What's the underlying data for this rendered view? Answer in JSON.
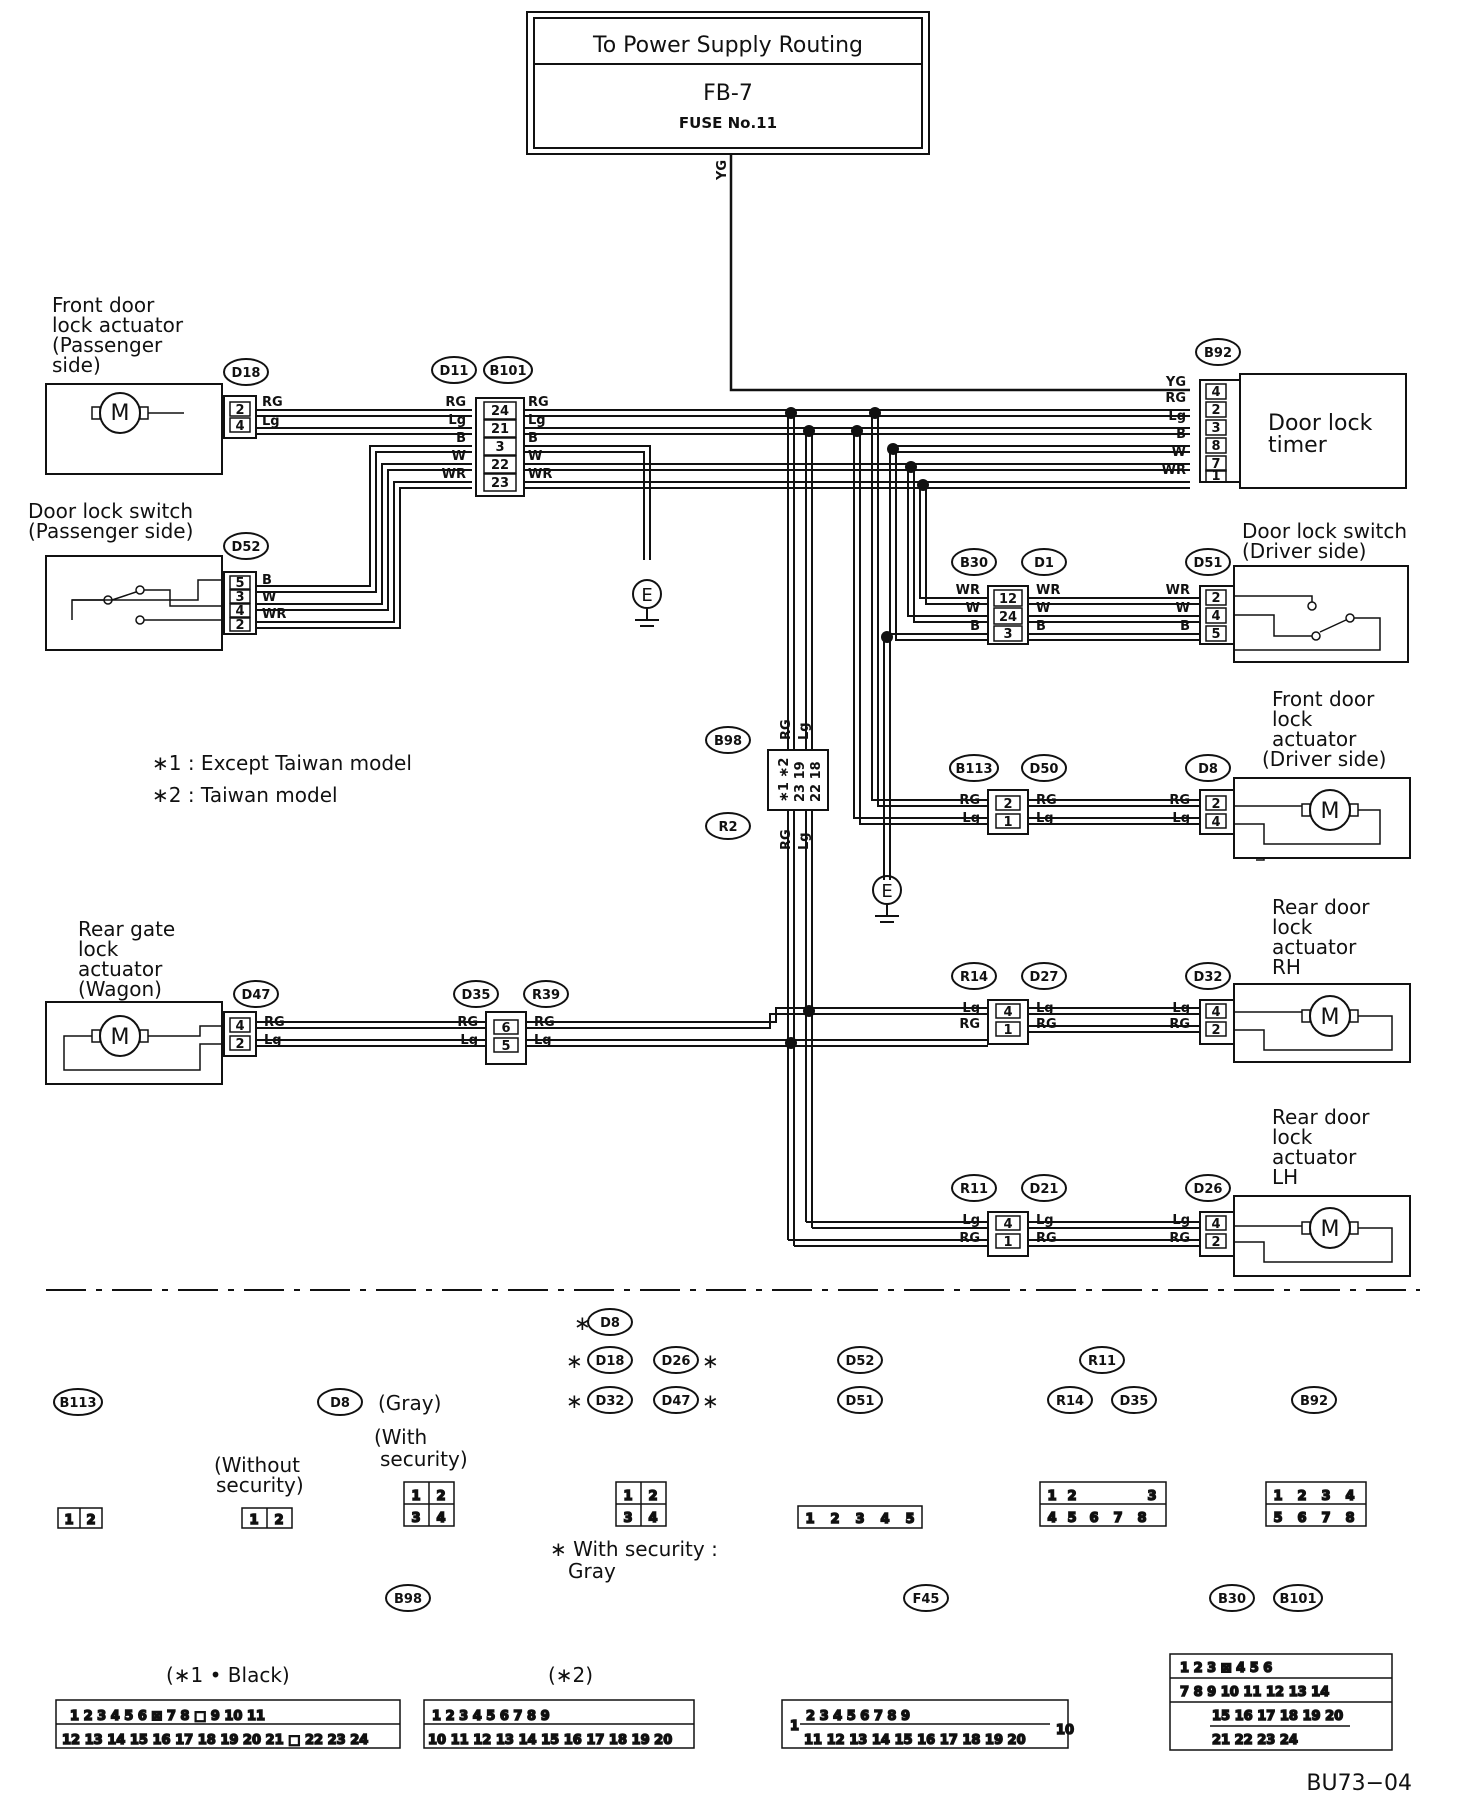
{
  "power_box": {
    "title": "To Power Supply Routing",
    "code": "FB-7",
    "fuse": "FUSE No.11",
    "wire": "YG"
  },
  "components": {
    "front_pass_actuator": "Front door lock actuator (Passenger side)",
    "front_pass_actuator_lines": [
      "Front door",
      "lock actuator",
      "(Passenger",
      " side)"
    ],
    "pass_switch_lines": [
      "Door lock switch",
      "(Passenger side)"
    ],
    "timer_lines": [
      "Door lock",
      "timer"
    ],
    "drv_switch_lines": [
      "Door lock switch",
      "(Driver side)"
    ],
    "front_drv_actuator_lines": [
      "Front door",
      "lock",
      "actuator",
      "(Driver side)"
    ],
    "rear_gate_lines": [
      "Rear gate",
      "lock",
      "actuator",
      "(Wagon)"
    ],
    "rear_rh_lines": [
      "Rear door",
      "lock",
      "actuator",
      "RH"
    ],
    "rear_lh_lines": [
      "Rear door",
      "lock",
      "actuator",
      "LH"
    ]
  },
  "connectors": {
    "D18": "D18",
    "D11": "D11",
    "B101": "B101",
    "B92": "B92",
    "D52": "D52",
    "B30": "B30",
    "D1": "D1",
    "D51": "D51",
    "B98": "B98",
    "R2": "R2",
    "B113": "B113",
    "D50": "D50",
    "D8": "D8",
    "D47": "D47",
    "D35": "D35",
    "R39": "R39",
    "R14": "R14",
    "D27": "D27",
    "D32": "D32",
    "R11": "R11",
    "D21": "D21",
    "D26": "D26",
    "F45": "F45"
  },
  "notes": {
    "n1": "∗1 : Except Taiwan model",
    "n2": "∗2 : Taiwan model"
  },
  "legend": {
    "gray": "(Gray)",
    "without_security": [
      "(Without",
      "security)"
    ],
    "with_security": [
      "(With",
      "security)"
    ],
    "with_security_gray": [
      "∗ With security :",
      "Gray"
    ],
    "b98_black": "(∗1 • Black)",
    "b98_taiwan": "(∗2)",
    "star": "∗"
  },
  "ground": "E",
  "figure_code": "BU73−04"
}
